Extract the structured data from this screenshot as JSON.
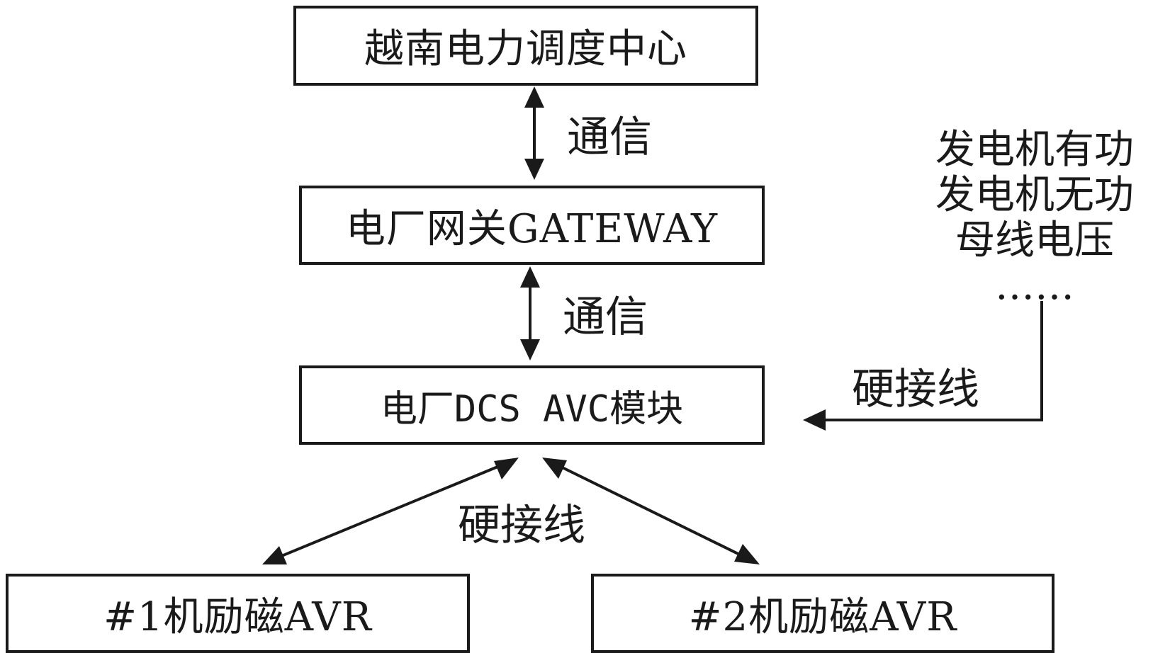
{
  "nodes": {
    "dispatch_center": "越南电力调度中心",
    "gateway": "电厂网关GATEWAY",
    "dcs_avc": "电厂DCS AVC模块",
    "avr1": "#1机励磁AVR",
    "avr2": "#2机励磁AVR"
  },
  "links": {
    "comm_top": "通信",
    "comm_mid": "通信",
    "hardwire_right": "硬接线",
    "hardwire_bottom": "硬接线"
  },
  "signals": {
    "items": [
      "发电机有功",
      "发电机无功",
      "母线电压"
    ],
    "ellipsis": "……"
  },
  "colors": {
    "stroke": "#1a1a1a",
    "background": "#ffffff"
  }
}
